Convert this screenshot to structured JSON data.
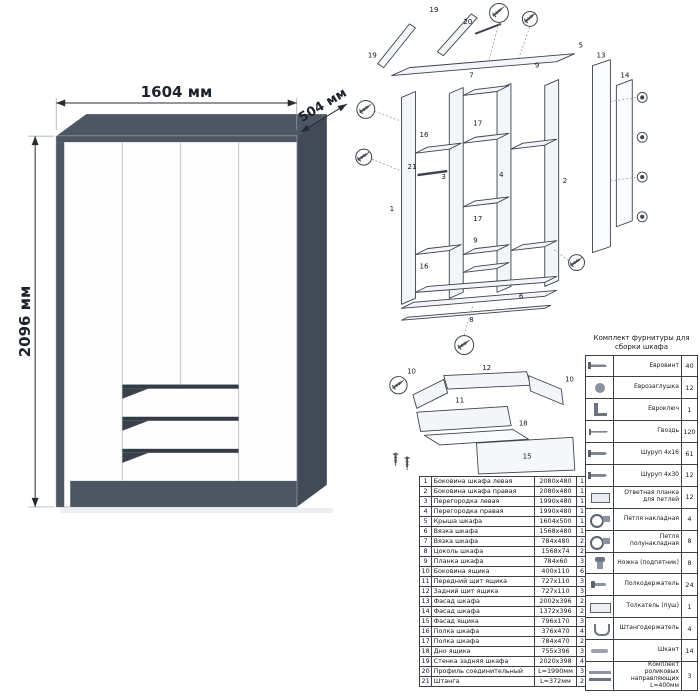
{
  "dimensions": {
    "width": "1604 мм",
    "depth": "504 мм",
    "height": "2096 мм"
  },
  "diagram": {
    "part_labels": [
      "19",
      "19",
      "20",
      "5",
      "9",
      "7",
      "16",
      "17",
      "21",
      "1",
      "3",
      "4",
      "2",
      "16",
      "17",
      "9",
      "6",
      "8",
      "13",
      "14"
    ]
  },
  "drawer_diagram": {
    "part_labels": [
      "10",
      "12",
      "10",
      "11",
      "18",
      "15"
    ]
  },
  "parts": {
    "rows": [
      {
        "num": "1",
        "name": "Боковина шкафа левая",
        "size": "2080х480",
        "qty": "1"
      },
      {
        "num": "2",
        "name": "Боковина шкафа правая",
        "size": "2080х480",
        "qty": "1"
      },
      {
        "num": "3",
        "name": "Перегородка левая",
        "size": "1990х480",
        "qty": "1"
      },
      {
        "num": "4",
        "name": "Перегородка правая",
        "size": "1990х480",
        "qty": "1"
      },
      {
        "num": "5",
        "name": "Крыша шкафа",
        "size": "1604х500",
        "qty": "1"
      },
      {
        "num": "6",
        "name": "Вязка шкафа",
        "size": "1568х480",
        "qty": "1"
      },
      {
        "num": "7",
        "name": "Вязка шкафа",
        "size": "784х480",
        "qty": "2"
      },
      {
        "num": "8",
        "name": "Цоколь шкафа",
        "size": "1568х74",
        "qty": "2"
      },
      {
        "num": "9",
        "name": "Планка шкафа",
        "size": "784х60",
        "qty": "3"
      },
      {
        "num": "10",
        "name": "Боковина ящика",
        "size": "400х110",
        "qty": "6"
      },
      {
        "num": "11",
        "name": "Передний щит ящика",
        "size": "727х110",
        "qty": "3"
      },
      {
        "num": "12",
        "name": "Задний щит ящика",
        "size": "727х110",
        "qty": "3"
      },
      {
        "num": "13",
        "name": "Фасад шкафа",
        "size": "2002х396",
        "qty": "2"
      },
      {
        "num": "14",
        "name": "Фасад шкафа",
        "size": "1372х396",
        "qty": "2"
      },
      {
        "num": "15",
        "name": "Фасад ящика",
        "size": "796х170",
        "qty": "3"
      },
      {
        "num": "16",
        "name": "Полка шкафа",
        "size": "376х470",
        "qty": "4"
      },
      {
        "num": "17",
        "name": "Полка шкафа",
        "size": "784х470",
        "qty": "2"
      },
      {
        "num": "18",
        "name": "Дно ящика",
        "size": "755х396",
        "qty": "3"
      },
      {
        "num": "19",
        "name": "Стенка задняя шкафа",
        "size": "2020х398",
        "qty": "4"
      },
      {
        "num": "20",
        "name": "Профиль соединительный",
        "size": "L=1990мм",
        "qty": "3"
      },
      {
        "num": "21",
        "name": "Штанга",
        "size": "L=372мм",
        "qty": "2"
      }
    ]
  },
  "hardware": {
    "title": "Комплект фурнитуры для сборки шкафа",
    "rows": [
      {
        "name": "Евровинт",
        "qty": "40",
        "icon": "screw"
      },
      {
        "name": "Еврозаглушка",
        "qty": "12",
        "icon": "plug"
      },
      {
        "name": "Евроключ",
        "qty": "1",
        "icon": "key"
      },
      {
        "name": "Гвоздь",
        "qty": "120",
        "icon": "nail"
      },
      {
        "name": "Шуруп 4х16",
        "qty": "61",
        "icon": "screw"
      },
      {
        "name": "Шуруп 4х30",
        "qty": "12",
        "icon": "screw"
      },
      {
        "name": "Ответная планка для петлей",
        "qty": "12",
        "icon": "plate"
      },
      {
        "name": "Петля накладная",
        "qty": "4",
        "icon": "hinge"
      },
      {
        "name": "Петля полунакладная",
        "qty": "8",
        "icon": "hinge"
      },
      {
        "name": "Ножка (подпятник)",
        "qty": "8",
        "icon": "foot"
      },
      {
        "name": "Полкодержатель",
        "qty": "24",
        "icon": "pin"
      },
      {
        "name": "Толкатель (пуш)",
        "qty": "1",
        "icon": "push"
      },
      {
        "name": "Штангодержатель",
        "qty": "4",
        "icon": "holder"
      },
      {
        "name": "Шкант",
        "qty": "14",
        "icon": "dowel"
      },
      {
        "name": "Комплект роликовых направляющих L=400мм",
        "qty": "3",
        "icon": "rail"
      }
    ]
  }
}
